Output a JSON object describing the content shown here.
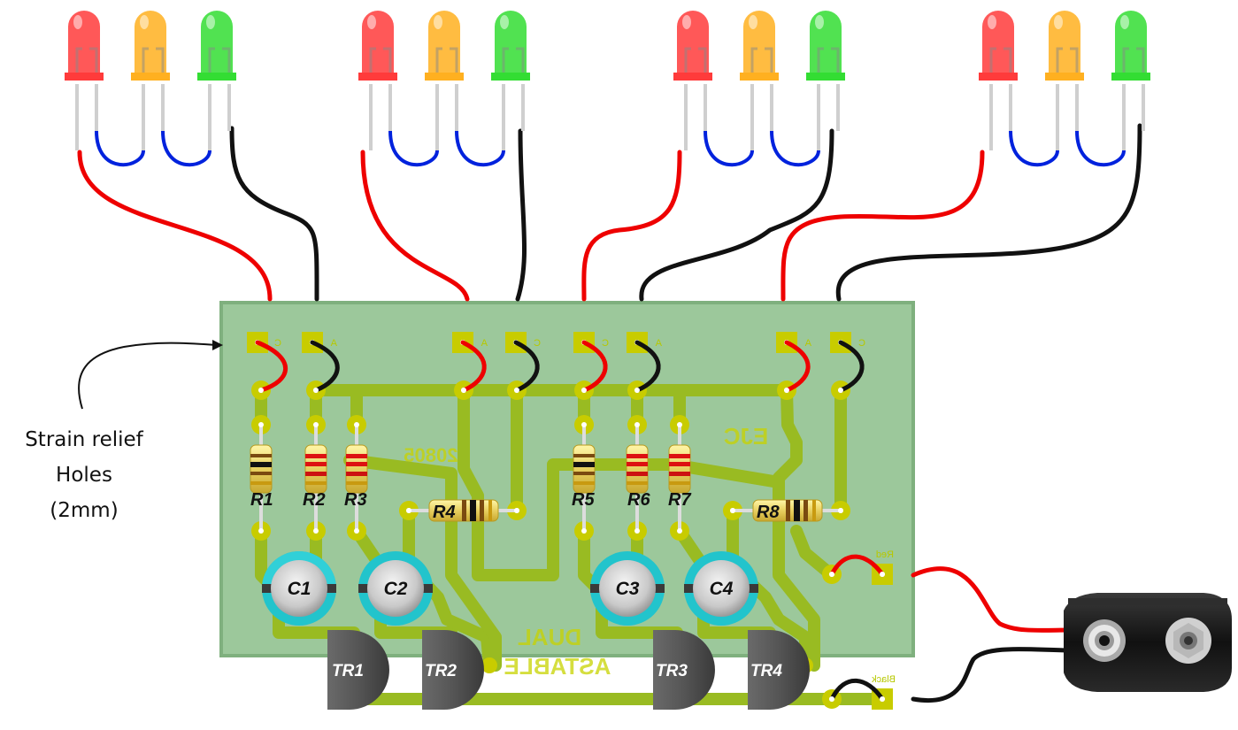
{
  "annotation": {
    "lines": [
      "Strain relief",
      "Holes",
      "(2mm)"
    ]
  },
  "board": {
    "silkscreen_code": "020805",
    "silkscreen_logo": "EJC",
    "silkscreen_title_line1": "DUAL",
    "silkscreen_title_line2": "ASTABLE",
    "pad_text_red": "Red",
    "pad_text_black": "Black",
    "pad_letter_a": "A",
    "pad_letter_c": "C"
  },
  "components": {
    "resistors": [
      "R1",
      "R2",
      "R3",
      "R4",
      "R5",
      "R6",
      "R7",
      "R8"
    ],
    "capacitors": [
      "C1",
      "C2",
      "C3",
      "C4"
    ],
    "transistors": [
      "TR1",
      "TR2",
      "TR3",
      "TR4"
    ]
  },
  "led_colors": [
    "#ff3b3b",
    "#ffb020",
    "#33dd33"
  ],
  "colors": {
    "board": "#9cc89b",
    "track": "#99bb22",
    "pad": "#c8cc00",
    "wire_red": "#ee0000",
    "wire_black": "#111111",
    "wire_blue": "#0022dd"
  }
}
